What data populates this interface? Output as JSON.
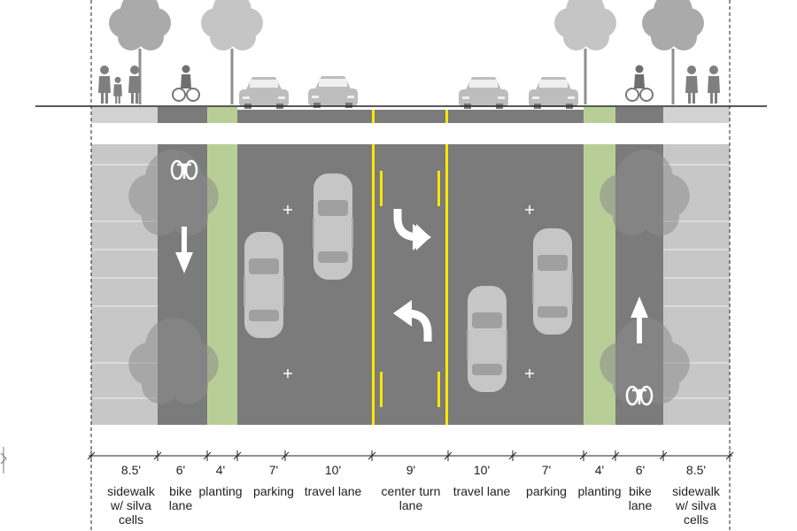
{
  "colors": {
    "asphalt": "#7b7b7b",
    "sidewalk": "#c7c7c7",
    "planting": "#b7cf96",
    "centerline": "#ffe600",
    "marking": "#ffffff",
    "car": "#c6c6c6",
    "tree": "#aaaaaa",
    "dimension": "#222222"
  },
  "zones": [
    {
      "dimension": "8.5'",
      "label": "sidewalk\nw/ silva\ncells"
    },
    {
      "dimension": "6'",
      "label": "bike\nlane"
    },
    {
      "dimension": "4'",
      "label": "planting"
    },
    {
      "dimension": "7'",
      "label": "parking"
    },
    {
      "dimension": "10'",
      "label": "travel lane"
    },
    {
      "dimension": "9'",
      "label": "center turn\nlane"
    },
    {
      "dimension": "10'",
      "label": "travel lane"
    },
    {
      "dimension": "7'",
      "label": "parking"
    },
    {
      "dimension": "4'",
      "label": "planting"
    },
    {
      "dimension": "6'",
      "label": "bike\nlane"
    },
    {
      "dimension": "8.5'",
      "label": "sidewalk\nw/ silva\ncells"
    }
  ],
  "icons": {
    "lane_arrow_down": "arrow-down-icon",
    "lane_arrow_up": "arrow-up-icon",
    "turn_arrow_right": "turn-right-arrow-icon",
    "turn_arrow_left": "turn-left-arrow-icon",
    "bicycle": "bicycle-icon",
    "pedestrian": "pedestrian-icon",
    "cyclist": "cyclist-icon",
    "tree": "tree-icon",
    "car": "car-icon"
  }
}
